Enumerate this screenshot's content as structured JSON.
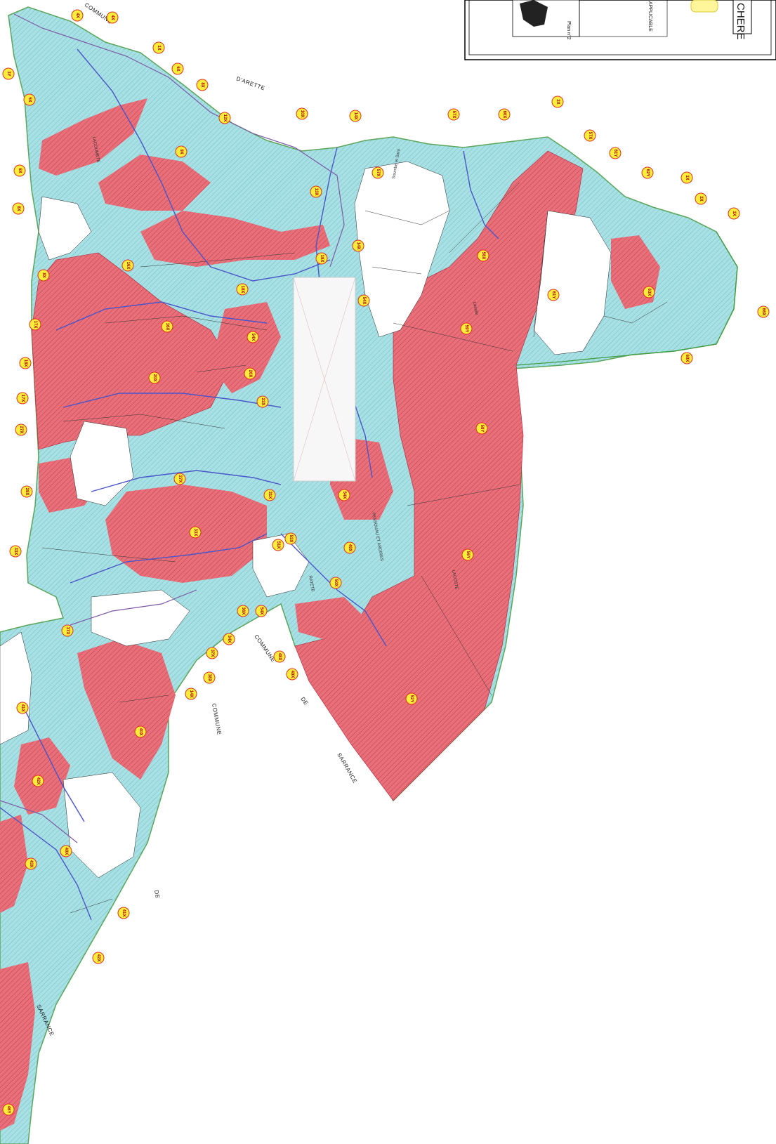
{
  "colors": {
    "red_zone": "#e5636b",
    "blue_zone": "#9fdbe0",
    "white_zone": "#ffffff",
    "boundary": "#5aa65a",
    "stream": "#4a55c8",
    "parcel": "#222222",
    "marker_fill": "#ffee3a",
    "marker_stroke": "#e03020"
  },
  "legend": {
    "title": "CHERE",
    "plan_label": "Plan n°2",
    "applicable": "APPLICABLE"
  },
  "communes": [
    {
      "key": "commune-1",
      "text": "COMMUNE"
    },
    {
      "key": "arette",
      "text": "D'ARETTE"
    },
    {
      "key": "commune-2",
      "text": "COMMUNE"
    },
    {
      "key": "de-1",
      "text": "DE"
    },
    {
      "key": "sarrance-1",
      "text": "SARRANCE"
    },
    {
      "key": "commune-3",
      "text": "COMMUNE"
    },
    {
      "key": "de-2",
      "text": "DE"
    },
    {
      "key": "sarrance-2",
      "text": "SARRANCE"
    }
  ],
  "places": [
    {
      "key": "lacoumete",
      "text": "LACOUMETE"
    },
    {
      "key": "soumbe",
      "text": "Soumbe et Saro"
    },
    {
      "key": "lasalle",
      "text": "Lasalle"
    },
    {
      "key": "lacoste",
      "text": "LACOSTE"
    },
    {
      "key": "pessouau",
      "text": "PASSOUAU ET ARDIRES"
    },
    {
      "key": "ratete",
      "text": "RATETE"
    }
  ],
  "markers": [
    {
      "id": "m1",
      "label": "3Y"
    },
    {
      "id": "m2",
      "label": "4X"
    },
    {
      "id": "m3",
      "label": "4X"
    },
    {
      "id": "m4",
      "label": "1X"
    },
    {
      "id": "m5",
      "label": "5X"
    },
    {
      "id": "m6",
      "label": "6X"
    },
    {
      "id": "m7",
      "label": "8X"
    },
    {
      "id": "m8",
      "label": "6X"
    },
    {
      "id": "m9",
      "label": "8X"
    },
    {
      "id": "m10",
      "label": "8X"
    },
    {
      "id": "m11",
      "label": "10X"
    },
    {
      "id": "m12",
      "label": "14X"
    },
    {
      "id": "m13",
      "label": "57X"
    },
    {
      "id": "m14",
      "label": "60X"
    },
    {
      "id": "m15",
      "label": "2X"
    },
    {
      "id": "m16",
      "label": "57X"
    },
    {
      "id": "m17",
      "label": "61Y"
    },
    {
      "id": "m18",
      "label": "62Y"
    },
    {
      "id": "m19",
      "label": "1X"
    },
    {
      "id": "m20",
      "label": "2X"
    },
    {
      "id": "m21",
      "label": "1X"
    },
    {
      "id": "m22",
      "label": "9X"
    },
    {
      "id": "m23",
      "label": "12X"
    },
    {
      "id": "m24",
      "label": "57X"
    },
    {
      "id": "m25",
      "label": "13X"
    },
    {
      "id": "m26",
      "label": "14X"
    },
    {
      "id": "m27",
      "label": "16X"
    },
    {
      "id": "m28",
      "label": "17X"
    },
    {
      "id": "m29",
      "label": "18X"
    },
    {
      "id": "m30",
      "label": "17X"
    },
    {
      "id": "m31",
      "label": "27X"
    },
    {
      "id": "m32",
      "label": "29X"
    },
    {
      "id": "m33",
      "label": "33X"
    },
    {
      "id": "m34",
      "label": "37X"
    },
    {
      "id": "m35",
      "label": "16X"
    },
    {
      "id": "m36",
      "label": "18X"
    },
    {
      "id": "m37",
      "label": "19X"
    },
    {
      "id": "m38",
      "label": "20X"
    },
    {
      "id": "m39",
      "label": "20X"
    },
    {
      "id": "m40",
      "label": "23X"
    },
    {
      "id": "m41",
      "label": "27X"
    },
    {
      "id": "m42",
      "label": "31X"
    },
    {
      "id": "m43",
      "label": "33X"
    },
    {
      "id": "m44",
      "label": "54X"
    },
    {
      "id": "m45",
      "label": "54X"
    },
    {
      "id": "m46",
      "label": "58X"
    },
    {
      "id": "m47",
      "label": "59Y"
    },
    {
      "id": "m48",
      "label": "61Y"
    },
    {
      "id": "m49",
      "label": "63X"
    },
    {
      "id": "m50",
      "label": "66X"
    },
    {
      "id": "m51",
      "label": "60X"
    },
    {
      "id": "m52",
      "label": "58Y"
    },
    {
      "id": "m53",
      "label": "56Y"
    },
    {
      "id": "m54",
      "label": "54X"
    },
    {
      "id": "m55",
      "label": "49X"
    },
    {
      "id": "m56",
      "label": "53X"
    },
    {
      "id": "m57",
      "label": "51X"
    },
    {
      "id": "m58",
      "label": "50X"
    },
    {
      "id": "m59",
      "label": "54X"
    },
    {
      "id": "m60",
      "label": "36X"
    },
    {
      "id": "m61",
      "label": "34X"
    },
    {
      "id": "m62",
      "label": "37X"
    },
    {
      "id": "m63",
      "label": "38X"
    },
    {
      "id": "m64",
      "label": "14X"
    },
    {
      "id": "m65",
      "label": "48X"
    },
    {
      "id": "m66",
      "label": "49X"
    },
    {
      "id": "m67",
      "label": "52Y"
    },
    {
      "id": "m68",
      "label": "41X"
    },
    {
      "id": "m69",
      "label": "40X"
    },
    {
      "id": "m70",
      "label": "42X"
    },
    {
      "id": "m71",
      "label": "40X"
    },
    {
      "id": "m72",
      "label": "43X"
    },
    {
      "id": "m73",
      "label": "41X"
    },
    {
      "id": "m74",
      "label": "42X"
    },
    {
      "id": "m75",
      "label": "46Y"
    }
  ]
}
